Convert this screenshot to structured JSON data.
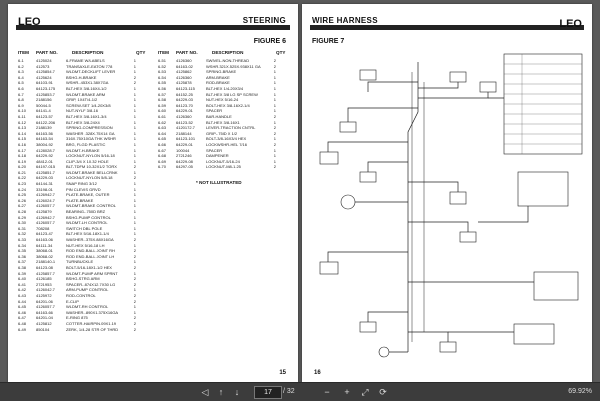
{
  "left_page": {
    "brand": "LEO",
    "section": "STEERING",
    "figure": "FIGURE 6",
    "headers": {
      "item": "ITEM",
      "part": "PART NO.",
      "desc": "DESCRIPTION",
      "qty": "QTY"
    },
    "rows_a": [
      [
        "6-1",
        "4125024",
        "6-FRAME W/LABELS",
        "1"
      ],
      [
        "6-2",
        "412573",
        "TRANSAXLE-EATON 778",
        "1"
      ],
      [
        "6-3",
        "4125854.7",
        "WLDMT-DECKLIFT LEVER",
        "1"
      ],
      [
        "6-4",
        "4125624",
        "BSHG-H-BRAKE",
        "2"
      ],
      [
        "6-5",
        "64103-91",
        "WSHR-.453X1.38X7GA",
        "2"
      ],
      [
        "6-6",
        "64123-175",
        "BLT-HEX 3/8-16X4-1/2",
        "1"
      ],
      [
        "6-7",
        "4125853.7",
        "WLDMT-BRAKE ARM",
        "1"
      ],
      [
        "6-8",
        "2188156",
        "GRIP, 1X4T/4-1/2",
        "1"
      ],
      [
        "6-9",
        "50044-5",
        "SCREW-SET 1/4-20X3/8",
        "1"
      ],
      [
        "6-10",
        "64141-4",
        "NUT-NYLF 3/8-16",
        "1"
      ],
      [
        "6-11",
        "64123-57",
        "BLT-HEX 3/8-16X1-3/4",
        "1"
      ],
      [
        "6-12",
        "64122-206",
        "BLT-HEX 3/8-24X4",
        "1"
      ],
      [
        "6-13",
        "2188139",
        "SPRING-COMPRESSION",
        "1"
      ],
      [
        "6-14",
        "64163-56",
        "WASHER .328X.75X14 GA",
        "1"
      ],
      [
        "6-15",
        "64163-54",
        "316X.75X10GA THK WSHR",
        "1"
      ],
      [
        "6-16",
        "38004-92",
        "BRG, FLGD PLASTIC",
        "1"
      ],
      [
        "6-17",
        "4128028.7",
        "WLDMT-H-BRAKE",
        "1"
      ],
      [
        "6-18",
        "64229-92",
        "LOCKNUT-NYLON 5/16-18",
        "1"
      ],
      [
        "6-19",
        "48412-01",
        "CLIP-3/4 X 10.32 HOLE",
        "1"
      ],
      [
        "6-20",
        "64197-015",
        "BLT-TDFM 10-32X1/2 TORX",
        "2"
      ],
      [
        "6-21",
        "4125851.7",
        "WLDMT-BRAKE BELLCRNK",
        "1"
      ],
      [
        "6-22",
        "64229-03",
        "LOCKNUT-NYLON 5/8-18",
        "2"
      ],
      [
        "6-23",
        "64144-31",
        "SNAP RING 3/12",
        "1"
      ],
      [
        "6-24",
        "33198-01",
        "PIN CLEVIS GRVD",
        "1"
      ],
      [
        "6-25",
        "4126942.7",
        "PLATE-BRAKE, OUTER",
        "1"
      ],
      [
        "6-26",
        "4126024.7",
        "PLATE-BRAKE",
        "1"
      ],
      [
        "6-27",
        "4126057.7",
        "WLDMT-BRAKE CONTROL",
        "1"
      ],
      [
        "6-28",
        "4125879",
        "BEARING-.750D BRZ",
        "1"
      ],
      [
        "6-29",
        "4126942.7",
        "BSHG-PUMP CONTROL",
        "1"
      ],
      [
        "6-30",
        "4126057.7",
        "WLDMT-LH CONTROL",
        "1"
      ],
      [
        "6-31",
        "708208",
        "SWITCH DBL POLE",
        "1"
      ],
      [
        "6-32",
        "64123-47",
        "BLT-HEX 5/16-18X1-1/4",
        "1"
      ],
      [
        "6-33",
        "64163-06",
        "WASHER-.375X.88X16GA",
        "2"
      ],
      [
        "6-34",
        "64111-34",
        "NUT-HEX 5/16-18 LH",
        "1"
      ],
      [
        "6-35",
        "38068-01",
        "ROD END-BALL JOINT RH",
        "2"
      ],
      [
        "6-36",
        "38068-02",
        "ROD END-BALL JOINT LH",
        "2"
      ],
      [
        "6-37",
        "2188140-1",
        "TURNBUCKLE",
        "1"
      ],
      [
        "6-38",
        "64123-08",
        "BOLT-5/16-18X1-1/2 HEX",
        "2"
      ],
      [
        "6-39",
        "4125857.7",
        "WLDMT-PUMP ARM SPRNT",
        "1"
      ],
      [
        "6-40",
        "4126185",
        "BSHG-STRG ARM",
        "2"
      ],
      [
        "6-41",
        "2721953",
        "SPACER-.874X12.7X30 LG",
        "2"
      ],
      [
        "6-42",
        "4126042.7",
        "ARM-PUMP CONTROL",
        "1"
      ],
      [
        "6-43",
        "4125972",
        "ROD-CONTROL",
        "2"
      ],
      [
        "6-44",
        "64201-06",
        "E-CLIP",
        "2"
      ],
      [
        "6-45",
        "4126057.7",
        "WLDMT-RH CONTROL",
        "1"
      ],
      [
        "6-46",
        "64163-66",
        "WASHER-.890X1.375X16GA",
        "1"
      ],
      [
        "6-47",
        "64201-04",
        "E-RING 875",
        "2"
      ],
      [
        "6-48",
        "4125812",
        "COTTER-HAIRPIN.09X1.19",
        "2"
      ],
      [
        "6-49",
        "850104",
        "ZERK, 1/4-28 STR OF THRD",
        "2"
      ]
    ],
    "rows_b": [
      [
        "6-51",
        "4126360",
        "SWIVEL-NON-THREAD",
        "2"
      ],
      [
        "6-52",
        "64163-02",
        "WSHR.321X.525X.938X11 GA",
        "2"
      ],
      [
        "6-53",
        "4125862",
        "SPRING-BRAKE",
        "1"
      ],
      [
        "6-54",
        "4126360",
        "ARM-BRAKE",
        "1"
      ],
      [
        "6-55",
        "4125878",
        "ROD-BRAKE",
        "1"
      ],
      [
        "6-56",
        "64123-115",
        "BLT-HEX 1/4-20X3/4",
        "1"
      ],
      [
        "6-57",
        "64152-25",
        "BLT-HEX 3/8 LG SP SCREW",
        "1"
      ],
      [
        "6-58",
        "64229-03",
        "NUT-HEX 5/16-24",
        "1"
      ],
      [
        "6-59",
        "64123-70",
        "BOLT-HEX 3/8-16X2-1/4",
        "1"
      ],
      [
        "6-60",
        "64229-01",
        "SPACER",
        "1"
      ],
      [
        "6-61",
        "4126360",
        "BAR-HANDLE",
        "2"
      ],
      [
        "6-62",
        "64123-52",
        "BLT-HEX 3/8-16X1",
        "1"
      ],
      [
        "6-63",
        "4120172.7",
        "LEVER-TRACTION CNTRL",
        "2"
      ],
      [
        "6-64",
        "2188144",
        "GRIP-.75ID X 1/2",
        "2"
      ],
      [
        "6-65",
        "64123-101",
        "BOLT-3/8-16X3/4 HEX",
        "1"
      ],
      [
        "6-66",
        "64229-01",
        "LOCKWSHR-HEL 7/16",
        "2"
      ],
      [
        "6-67",
        "100044",
        "SPACER",
        "1"
      ],
      [
        "6-68",
        "2721246",
        "DAMPENER",
        "1"
      ],
      [
        "6-69",
        "64229-08",
        "LOCKNUT-5/16-24",
        "1"
      ],
      [
        "6-70",
        "64297-05",
        "LOCKNUT-M8-1.25",
        "2"
      ]
    ],
    "note": "* NOT ILLUSTRATED",
    "page_number": "15"
  },
  "right_page": {
    "section": "WIRE HARNESS",
    "brand": "LEO",
    "figure": "FIGURE 7",
    "page_number": "16"
  },
  "toolbar": {
    "current_page": "17",
    "total_pages": "/ 32",
    "zoom": "69.92%"
  }
}
